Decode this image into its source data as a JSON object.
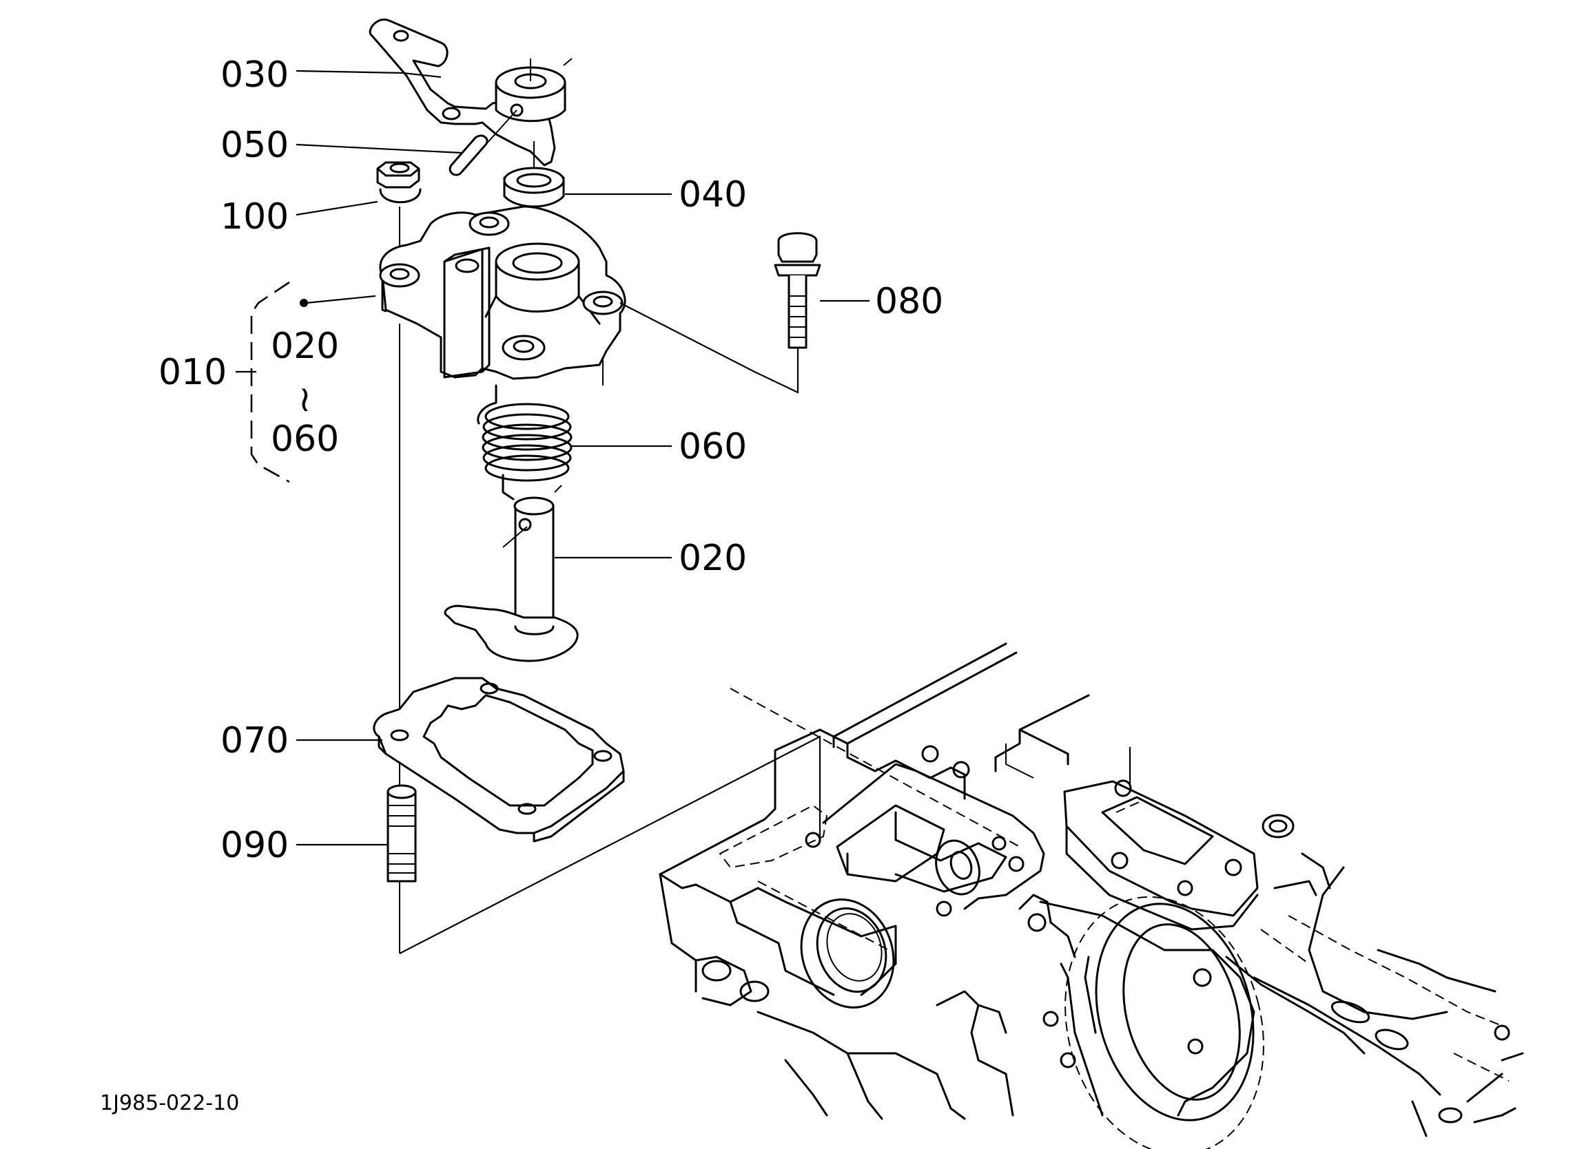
{
  "diagram": {
    "callouts": {
      "c010": "010",
      "c020_range_start": "020",
      "range_separator": "~",
      "c060_range_end": "060",
      "c030": "030",
      "c050": "050",
      "c100": "100",
      "c040": "040",
      "c080": "080",
      "c060": "060",
      "c020": "020",
      "c070": "070",
      "c090": "090"
    },
    "reference_code": "1J985-022-10"
  }
}
